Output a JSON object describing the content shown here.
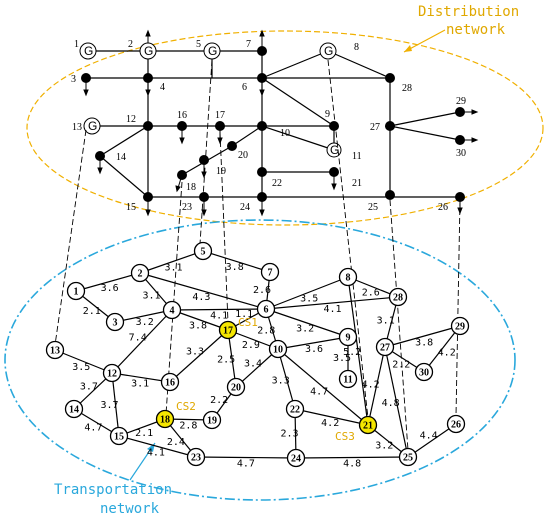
{
  "labels": {
    "distribution_title": "Distribution",
    "distribution_title2": "network",
    "transport_title": "Transportation",
    "transport_title2": "network",
    "cs1": "CS1",
    "cs2": "CS2",
    "cs3": "CS3",
    "gen_letter": "G"
  },
  "colors": {
    "distribution": "#f0b000",
    "transportation": "#2aa8dc",
    "charging_station": "#f5e600"
  },
  "distribution": {
    "bus_labels": [
      "1",
      "2",
      "3",
      "4",
      "5",
      "6",
      "7",
      "8",
      "9",
      "10",
      "11",
      "12",
      "13",
      "14",
      "15",
      "16",
      "17",
      "18",
      "19",
      "20",
      "21",
      "22",
      "23",
      "24",
      "25",
      "26",
      "27",
      "28",
      "29",
      "30"
    ],
    "generators": [
      "1",
      "2",
      "5",
      "8",
      "11",
      "13"
    ]
  },
  "transportation": {
    "nodes": [
      "1",
      "2",
      "3",
      "4",
      "5",
      "6",
      "7",
      "8",
      "9",
      "10",
      "11",
      "12",
      "13",
      "14",
      "15",
      "16",
      "17",
      "18",
      "19",
      "20",
      "21",
      "22",
      "23",
      "24",
      "25",
      "26",
      "27",
      "28",
      "29",
      "30"
    ],
    "charging_stations": [
      "17",
      "18",
      "21"
    ],
    "edges": [
      {
        "from": "1",
        "to": "2",
        "w": "3.6"
      },
      {
        "from": "1",
        "to": "3",
        "w": "2.1"
      },
      {
        "from": "3",
        "to": "4",
        "w": "3.2"
      },
      {
        "from": "2",
        "to": "5",
        "w": "3.1"
      },
      {
        "from": "2",
        "to": "4",
        "w": "3.1"
      },
      {
        "from": "2",
        "to": "6",
        "w": "4.3"
      },
      {
        "from": "5",
        "to": "7",
        "w": "3.8"
      },
      {
        "from": "7",
        "to": "6",
        "w": "2.6"
      },
      {
        "from": "4",
        "to": "6",
        "w": "4.1"
      },
      {
        "from": "4",
        "to": "17",
        "w": "3.8"
      },
      {
        "from": "4",
        "to": "12",
        "w": "7.4"
      },
      {
        "from": "6",
        "to": "8",
        "w": "3.5"
      },
      {
        "from": "6",
        "to": "28",
        "w": "4.1"
      },
      {
        "from": "8",
        "to": "28",
        "w": "2.6"
      },
      {
        "from": "6",
        "to": "17",
        "w": "1.1"
      },
      {
        "from": "6",
        "to": "9",
        "w": "3.2"
      },
      {
        "from": "6",
        "to": "10",
        "w": "2.8"
      },
      {
        "from": "17",
        "to": "10",
        "w": "2.9"
      },
      {
        "from": "17",
        "to": "16",
        "w": "3.3"
      },
      {
        "from": "17",
        "to": "20",
        "w": "2.5"
      },
      {
        "from": "10",
        "to": "9",
        "w": "3.6"
      },
      {
        "from": "9",
        "to": "11",
        "w": "3.5"
      },
      {
        "from": "10",
        "to": "20",
        "w": "3.4"
      },
      {
        "from": "10",
        "to": "22",
        "w": "3.3"
      },
      {
        "from": "10",
        "to": "21",
        "w": "4.7"
      },
      {
        "from": "8",
        "to": "21",
        "w": "5.2"
      },
      {
        "from": "22",
        "to": "21",
        "w": "4.2"
      },
      {
        "from": "22",
        "to": "24",
        "w": "2.3"
      },
      {
        "from": "28",
        "to": "27",
        "w": "3.1"
      },
      {
        "from": "27",
        "to": "29",
        "w": "3.8"
      },
      {
        "from": "27",
        "to": "30",
        "w": "2.2"
      },
      {
        "from": "30",
        "to": "29",
        "w": "4.2"
      },
      {
        "from": "27",
        "to": "21",
        "w": "4.2"
      },
      {
        "from": "27",
        "to": "25",
        "w": "4.8"
      },
      {
        "from": "21",
        "to": "25",
        "w": "3.2"
      },
      {
        "from": "26",
        "to": "25",
        "w": "4.4"
      },
      {
        "from": "13",
        "to": "12",
        "w": "3.5"
      },
      {
        "from": "12",
        "to": "16",
        "w": "3.1"
      },
      {
        "from": "12",
        "to": "14",
        "w": "3.7"
      },
      {
        "from": "12",
        "to": "15",
        "w": "3.7"
      },
      {
        "from": "14",
        "to": "15",
        "w": "4.7"
      },
      {
        "from": "15",
        "to": "18",
        "w": "2.1"
      },
      {
        "from": "15",
        "to": "23",
        "w": "4.1"
      },
      {
        "from": "18",
        "to": "19",
        "w": "2.8"
      },
      {
        "from": "18",
        "to": "23",
        "w": "2.4"
      },
      {
        "from": "20",
        "to": "19",
        "w": "2.2"
      },
      {
        "from": "23",
        "to": "24",
        "w": "4.7"
      },
      {
        "from": "24",
        "to": "25",
        "w": "4.8"
      }
    ]
  }
}
